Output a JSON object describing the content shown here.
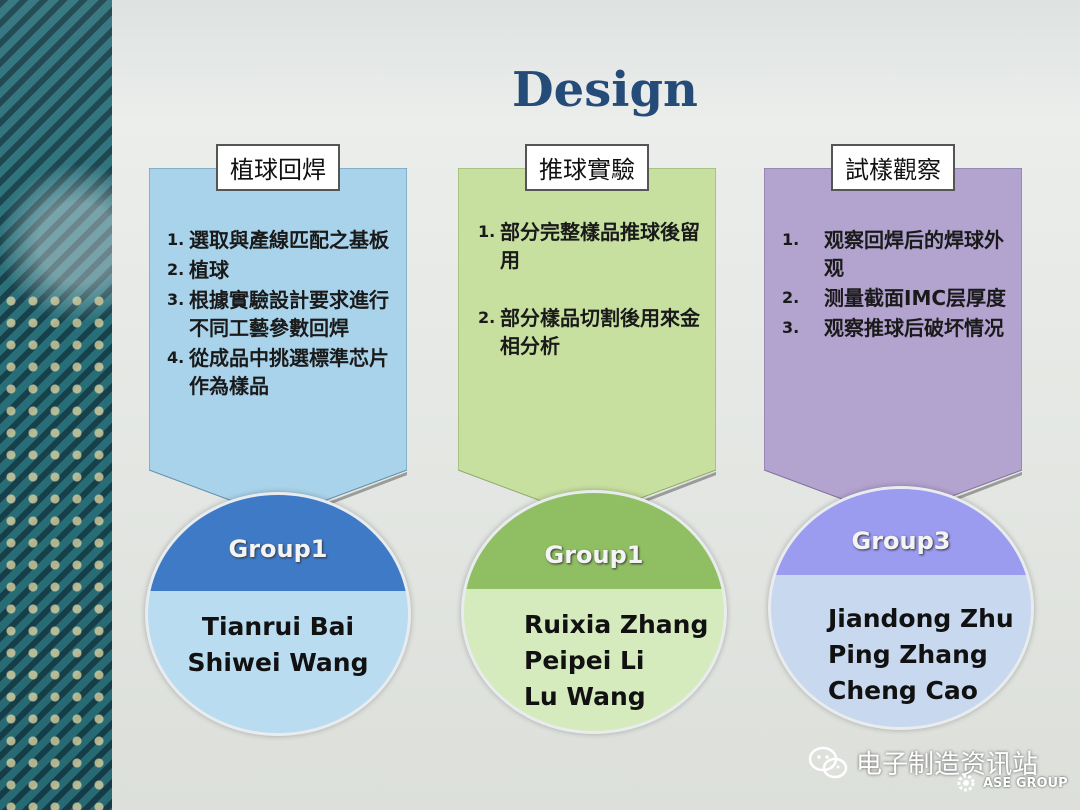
{
  "title": "Design",
  "panels": [
    {
      "head": "植球回焊",
      "items": [
        {
          "num": "1.",
          "text": "選取與產線匹配之基板"
        },
        {
          "num": "2.",
          "text": "植球"
        },
        {
          "num": "3.",
          "text": "根據實驗設計要求進行不同工藝參數回焊"
        },
        {
          "num": "4.",
          "text": "從成品中挑選標準芯片作為樣品"
        }
      ],
      "group": "Group1",
      "names": [
        "Tianrui Bai",
        "Shiwei Wang"
      ]
    },
    {
      "head": "推球實驗",
      "items": [
        {
          "num": "1.",
          "text": "部分完整樣品推球後留用"
        },
        {
          "num": "2.",
          "text": "部分樣品切割後用來金相分析"
        }
      ],
      "group": "Group1",
      "names": [
        "Ruixia Zhang",
        "Peipei Li",
        "Lu Wang"
      ]
    },
    {
      "head": "試樣觀察",
      "items": [
        {
          "num": "1.",
          "text": "观察回焊后的焊球外观"
        },
        {
          "num": "2.",
          "text": "测量截面IMC层厚度"
        },
        {
          "num": "3.",
          "text": "观察推球后破坏情况"
        }
      ],
      "group": "Group3",
      "names": [
        "Jiandong Zhu",
        "Ping Zhang",
        "Cheng Cao"
      ]
    }
  ],
  "watermark": {
    "wechat_text": "电子制造资讯站",
    "wechat_icon": "wechat-icon",
    "brand": "ASE GROUP",
    "brand_icon": "gear-icon"
  },
  "colors": {
    "title": "#254b78",
    "panel1": "#a9d3ea",
    "panel2": "#c7df9f",
    "panel3": "#b3a3cf",
    "group1_cap": "#3f7ac7",
    "group2_cap": "#8fbf62",
    "group3_cap": "#9b9bf0"
  }
}
